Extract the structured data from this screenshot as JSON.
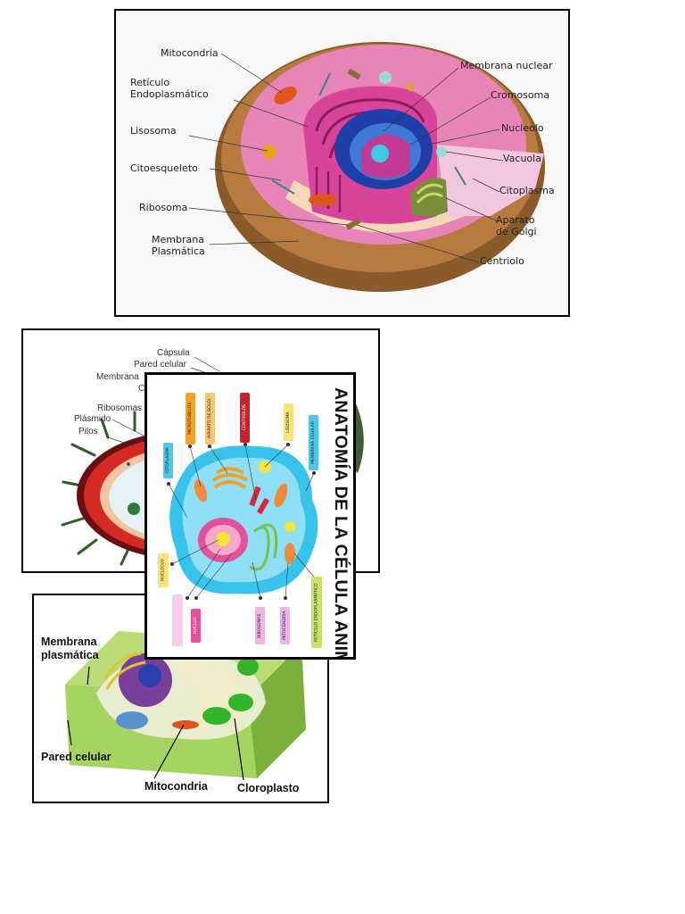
{
  "animal_cell_3d": {
    "labels": {
      "mitocondria": "Mitocondria",
      "reticulo": "Retículo\nEndoplasmático",
      "lisosoma": "Lisosoma",
      "citoesqueleto": "Citoesqueleto",
      "ribosoma": "Ribosoma",
      "membrana_plasmatica": "Membrana\nPlasmática",
      "membrana_nuclear": "Membrana nuclear",
      "cromosoma": "Cromosoma",
      "nucleolo": "Nucleolo",
      "vacuola": "Vacuola",
      "citoplasma": "Citoplasma",
      "aparato_golgi": "Aparato\nde Golgi",
      "centriolo": "Centriolo"
    }
  },
  "bacteria_cell": {
    "labels": {
      "capsula": "Cápsula",
      "pared_celular": "Pared celular",
      "membrana": "Membrana",
      "partial_c": "C",
      "ribosomas": "Ribosomas",
      "plasmido": "Plásmido",
      "pilos": "Pilos"
    }
  },
  "animal_anatomy": {
    "title": "ANATOMÍA DE LA CÉLULA ANIMAL",
    "tags": {
      "microtubulos": "MICROTÚBULOS",
      "aparato_golgi": "APARATO DE GOLGI",
      "centriolos": "CENTRIOLOS",
      "lisosoma": "LISOSOMA",
      "membrana_celular": "MEMBRANA CELULAR",
      "citoplasma": "CITOPLASMA",
      "nucleolo": "NUCLEOLO",
      "nucleo": "NÚCLEO",
      "ribosomas": "RIBOSOMAS",
      "mitocondria": "MITOCONDRIA",
      "reticulo": "RETÍCULO ENDOPLASMÁTICO"
    }
  },
  "plant_cell": {
    "labels": {
      "membrana_plasmatica": "Membrana\nplasmática",
      "pared_celular": "Pared celular",
      "mitocondria": "Mitocondria",
      "cloroplasto": "Cloroplasto"
    }
  }
}
